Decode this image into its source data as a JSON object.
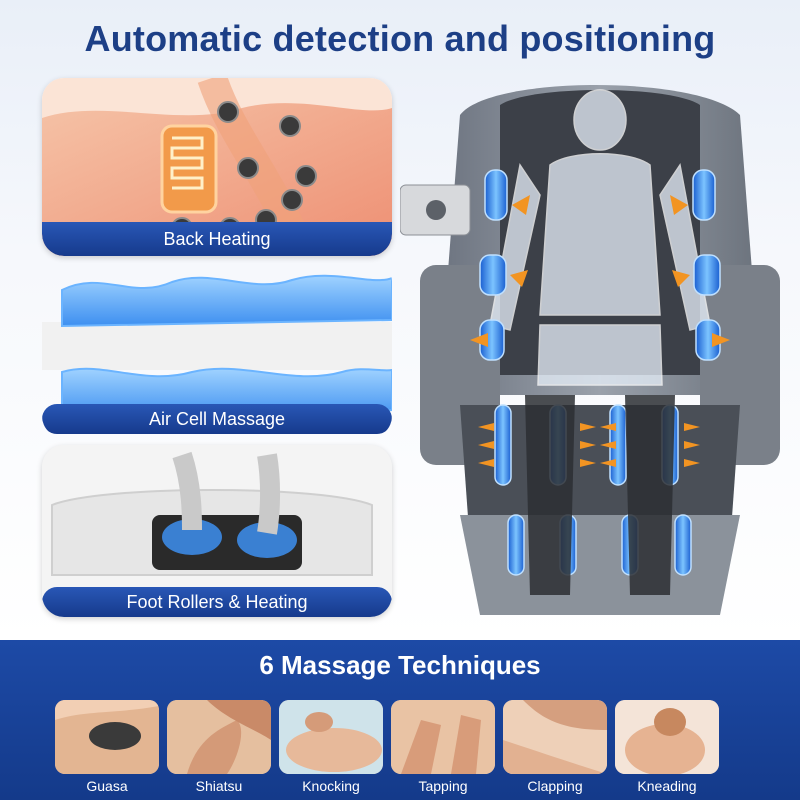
{
  "headline": "Automatic detection and positioning",
  "features": [
    {
      "label": "Back Heating"
    },
    {
      "label": "Air Cell Massage"
    },
    {
      "label": "Foot Rollers & Heating"
    }
  ],
  "techniques": {
    "title": "6 Massage Techniques",
    "items": [
      {
        "label": "Guasa"
      },
      {
        "label": "Shiatsu"
      },
      {
        "label": "Knocking"
      },
      {
        "label": "Tapping"
      },
      {
        "label": "Clapping"
      },
      {
        "label": "Kneading"
      }
    ]
  },
  "colors": {
    "title_blue": "#1d3f86",
    "banner_blue": "#1a4399",
    "airbag_blue": "#3d8ff0",
    "arrow_orange": "#f29422"
  }
}
